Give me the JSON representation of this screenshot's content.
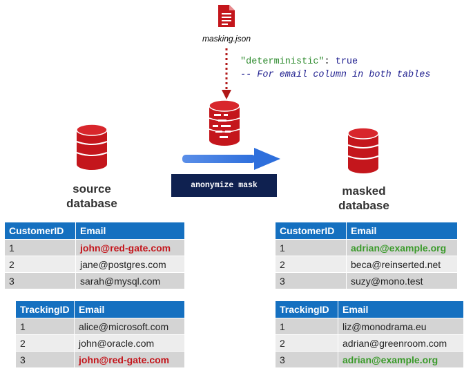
{
  "config": {
    "file_name": "masking.json",
    "code_key": "\"deterministic\"",
    "code_sep": ": ",
    "code_value": "true",
    "comment": "-- For email column in both tables"
  },
  "command": "anonymize mask",
  "source": {
    "label_line1": "source",
    "label_line2": "database"
  },
  "target": {
    "label_line1": "masked",
    "label_line2": "database"
  },
  "colors": {
    "brand_red": "#c4161c",
    "header_blue": "#1570c0",
    "arrow_blue": "#2e6fdc",
    "command_bg": "#0f2150",
    "highlight_green": "#3a9a2a"
  },
  "tables": {
    "source_customers": {
      "headers": [
        "CustomerID",
        "Email"
      ],
      "rows": [
        [
          "1",
          "john@red-gate.com"
        ],
        [
          "2",
          "jane@postgres.com"
        ],
        [
          "3",
          "sarah@mysql.com"
        ]
      ]
    },
    "source_tracking": {
      "headers": [
        "TrackingID",
        "Email"
      ],
      "rows": [
        [
          "1",
          "alice@microsoft.com"
        ],
        [
          "2",
          "john@oracle.com"
        ],
        [
          "3",
          "john@red-gate.com"
        ]
      ]
    },
    "masked_customers": {
      "headers": [
        "CustomerID",
        "Email"
      ],
      "rows": [
        [
          "1",
          "adrian@example.org"
        ],
        [
          "2",
          "beca@reinserted.net"
        ],
        [
          "3",
          "suzy@mono.test"
        ]
      ]
    },
    "masked_tracking": {
      "headers": [
        "TrackingID",
        "Email"
      ],
      "rows": [
        [
          "1",
          "liz@monodrama.eu"
        ],
        [
          "2",
          "adrian@greenroom.com"
        ],
        [
          "3",
          "adrian@example.org"
        ]
      ]
    }
  }
}
